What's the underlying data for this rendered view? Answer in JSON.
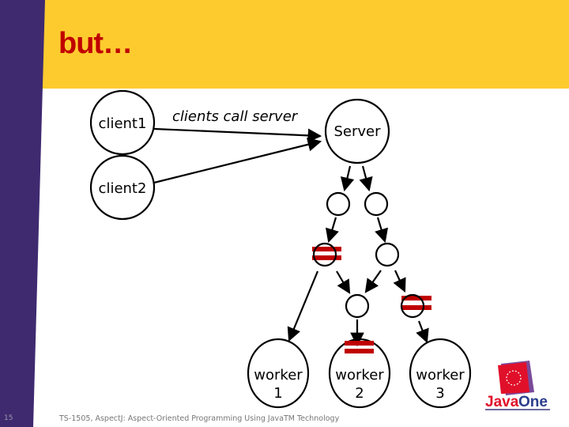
{
  "slide": {
    "title": "but…",
    "page_number": "15",
    "footer": "TS-1505, AspectJ: Aspect-Oriented Programming Using JavaTM Technology"
  },
  "diagram": {
    "edge_label": "clients call server",
    "nodes": {
      "client1": "client1",
      "client2": "client2",
      "server": "Server",
      "worker1_a": "worker",
      "worker1_b": "1",
      "worker2_a": "worker",
      "worker2_b": "2",
      "worker3_a": "worker",
      "worker3_b": "3"
    }
  },
  "logo": {
    "text": "JavaOne"
  },
  "colors": {
    "header": "#fecb2f",
    "sidebar": "#3f2a70",
    "title": "#c00000",
    "blocked": "#c00000"
  }
}
